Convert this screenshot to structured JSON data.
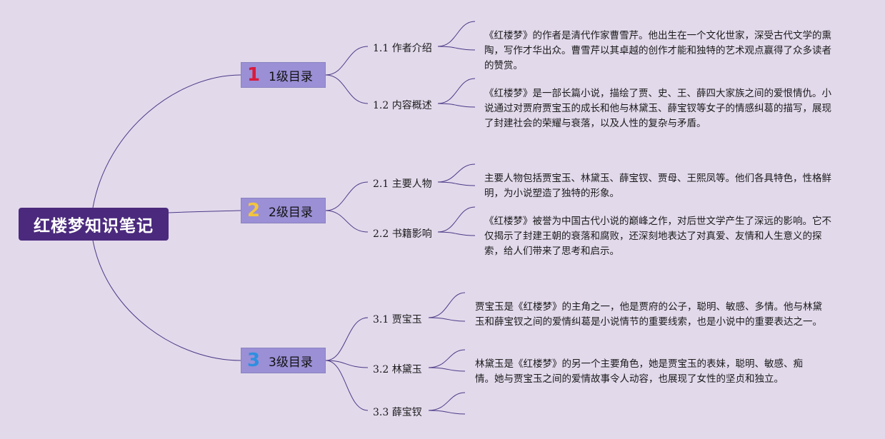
{
  "root": {
    "title": "红楼梦知识笔记"
  },
  "sections": [
    {
      "num": "1",
      "num_color": "#d81b3c",
      "label": "1级目录",
      "children": [
        {
          "label": "1.1 作者介绍",
          "note": "《红楼梦》的作者是清代作家曹雪芹。他出生在一个文化世家，深受古代文学的熏陶，写作才华出众。曹雪芹以其卓越的创作才能和独特的艺术观点赢得了众多读者的赞赏。"
        },
        {
          "label": "1.2 内容概述",
          "note": "《红楼梦》是一部长篇小说，描绘了贾、史、王、薛四大家族之间的爱恨情仇。小说通过对贾府贾宝玉的成长和他与林黛玉、薛宝钗等女子的情感纠葛的描写，展现了封建社会的荣耀与衰落，以及人性的复杂与矛盾。"
        }
      ]
    },
    {
      "num": "2",
      "num_color": "#f2c53d",
      "label": "2级目录",
      "children": [
        {
          "label": "2.1 主要人物",
          "note": "主要人物包括贾宝玉、林黛玉、薛宝钗、贾母、王熙凤等。他们各具特色，性格鲜明，为小说塑造了独特的形象。"
        },
        {
          "label": "2.2 书籍影响",
          "note": "《红楼梦》被誉为中国古代小说的巅峰之作，对后世文学产生了深远的影响。它不仅揭示了封建王朝的衰落和腐败，还深刻地表达了对真爱、友情和人生意义的探索，给人们带来了思考和启示。"
        }
      ]
    },
    {
      "num": "3",
      "num_color": "#2e8fe0",
      "label": "3级目录",
      "children": [
        {
          "label": "3.1 贾宝玉",
          "note": "贾宝玉是《红楼梦》的主角之一，他是贾府的公子，聪明、敏感、多情。他与林黛玉和薛宝钗之间的爱情纠葛是小说情节的重要线索，也是小说中的重要表达之一。"
        },
        {
          "label": "3.2 林黛玉",
          "note": "林黛玉是《红楼梦》的另一个主要角色，她是贾宝玉的表妹，聪明、敏感、痴情。她与贾宝玉之间的爱情故事令人动容，也展现了女性的坚贞和独立。"
        },
        {
          "label": "3.3 薛宝钗",
          "note": ""
        }
      ]
    }
  ]
}
